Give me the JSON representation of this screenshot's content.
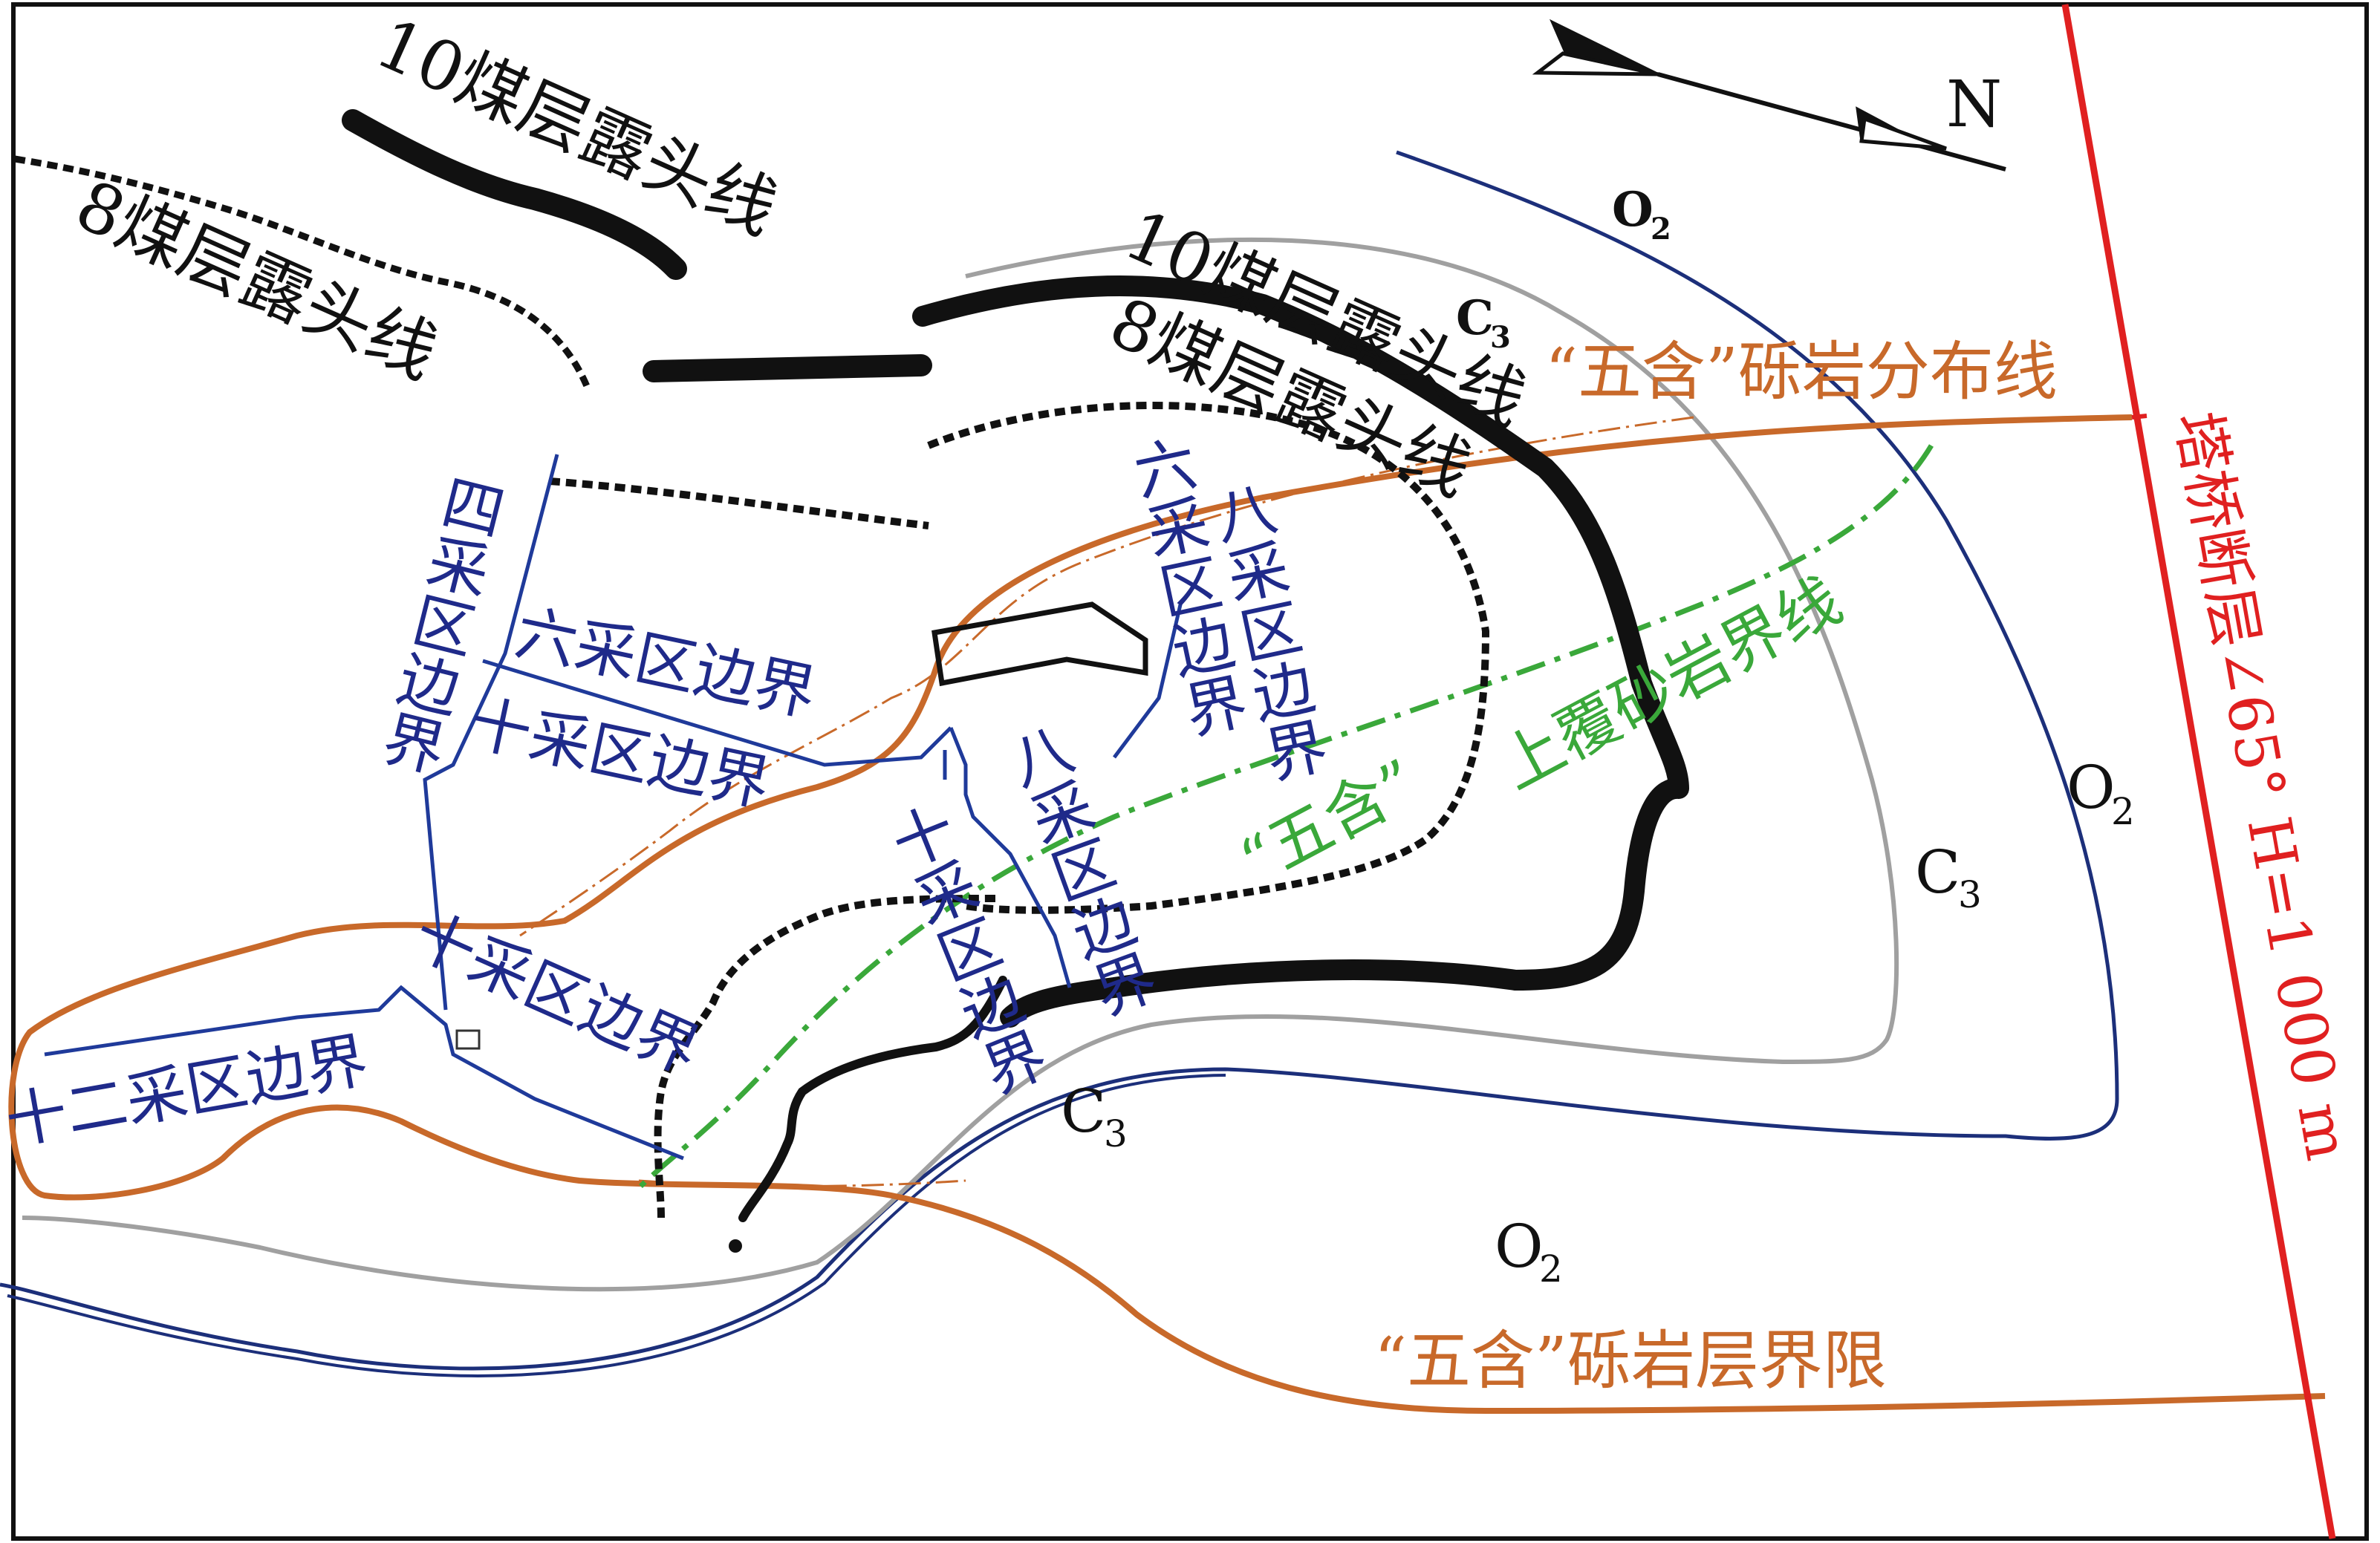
{
  "colors": {
    "frame": "#111111",
    "coal_seam": "#111111",
    "district_boundary": "#1f3a9a",
    "o2_boundary": "#1c2f7a",
    "c3_boundary": "#a0a0a0",
    "conglomerate": "#c8692a",
    "sandstone_boundary": "#3aa83a",
    "fault": "#e02020"
  },
  "north_arrow": {
    "label": "N",
    "icon": "north-arrow-icon"
  },
  "labels": {
    "seam10_left": "10煤层露头线",
    "seam8_left": "8煤层露头线",
    "seam10_right": "10煤层露头线",
    "seam8_right": "8煤层露头线",
    "o2_top": "O",
    "o2_right": "O",
    "o2_bottom": "O",
    "c3_top": "C",
    "c3_right": "C",
    "c3_mid": "C",
    "o2_sub": "2",
    "c3_sub": "3",
    "wuhan_distribution": "“五含”砾岩分布线",
    "wuhan_boundary": "“五含”砾岩层界限",
    "sandstone_quote": "“五含”",
    "sandstone_rest": "上覆砂岩界线",
    "fault_text": "塔桥断层∠65°  H=1 000 m",
    "d4": "四采区边界",
    "d6a": "六采区边界",
    "d10a": "十采区边界",
    "d6b": "六采区边界",
    "d8a": "八采区边界",
    "d8b": "八采区边界",
    "d10b": "十采区边界",
    "d10c": "十采区边界",
    "d12": "十二采区边界"
  }
}
